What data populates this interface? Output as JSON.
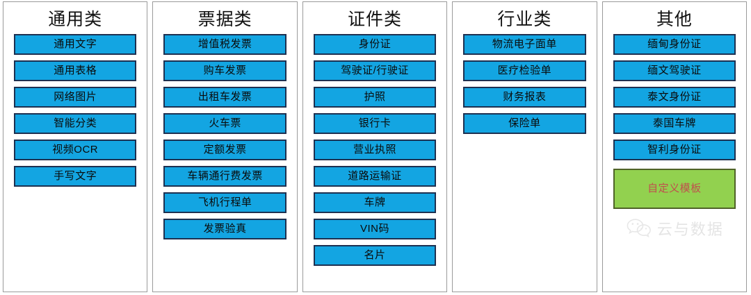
{
  "board": {
    "columns": [
      {
        "title": "通用类",
        "items": [
          {
            "label": "通用文字",
            "style": "blue"
          },
          {
            "label": "通用表格",
            "style": "blue"
          },
          {
            "label": "网络图片",
            "style": "blue"
          },
          {
            "label": "智能分类",
            "style": "blue"
          },
          {
            "label": "视频OCR",
            "style": "blue"
          },
          {
            "label": "手写文字",
            "style": "blue"
          }
        ]
      },
      {
        "title": "票据类",
        "items": [
          {
            "label": "增值税发票",
            "style": "blue"
          },
          {
            "label": "购车发票",
            "style": "blue"
          },
          {
            "label": "出租车发票",
            "style": "blue"
          },
          {
            "label": "火车票",
            "style": "blue"
          },
          {
            "label": "定额发票",
            "style": "blue"
          },
          {
            "label": "车辆通行费发票",
            "style": "blue"
          },
          {
            "label": "飞机行程单",
            "style": "blue"
          },
          {
            "label": "发票验真",
            "style": "blue"
          }
        ]
      },
      {
        "title": "证件类",
        "items": [
          {
            "label": "身份证",
            "style": "blue"
          },
          {
            "label": "驾驶证/行驶证",
            "style": "blue"
          },
          {
            "label": "护照",
            "style": "blue"
          },
          {
            "label": "银行卡",
            "style": "blue"
          },
          {
            "label": "营业执照",
            "style": "blue"
          },
          {
            "label": "道路运输证",
            "style": "blue"
          },
          {
            "label": "车牌",
            "style": "blue"
          },
          {
            "label": "VIN码",
            "style": "blue"
          },
          {
            "label": "名片",
            "style": "blue"
          }
        ]
      },
      {
        "title": "行业类",
        "items": [
          {
            "label": "物流电子面单",
            "style": "blue"
          },
          {
            "label": "医疗检验单",
            "style": "blue"
          },
          {
            "label": "财务报表",
            "style": "blue"
          },
          {
            "label": "保险单",
            "style": "blue"
          }
        ]
      },
      {
        "title": "其他",
        "items": [
          {
            "label": "缅甸身份证",
            "style": "blue"
          },
          {
            "label": "缅文驾驶证",
            "style": "blue"
          },
          {
            "label": "泰文身份证",
            "style": "blue"
          },
          {
            "label": "泰国车牌",
            "style": "blue"
          },
          {
            "label": "智利身份证",
            "style": "blue"
          },
          {
            "label": "自定义模板",
            "style": "green"
          }
        ],
        "watermark": {
          "icon": "wechat-icon",
          "text": "云与数据"
        }
      }
    ]
  },
  "colors": {
    "chip_blue": "#13a5e2",
    "chip_blue_border": "#1d3050",
    "chip_green": "#92d14f",
    "chip_green_border": "#4f6228",
    "template_text": "#c0504d",
    "card_border": "#9a9a9a",
    "title_text": "#121212",
    "watermark_text": "#dcdcdc",
    "background": "#ffffff"
  }
}
